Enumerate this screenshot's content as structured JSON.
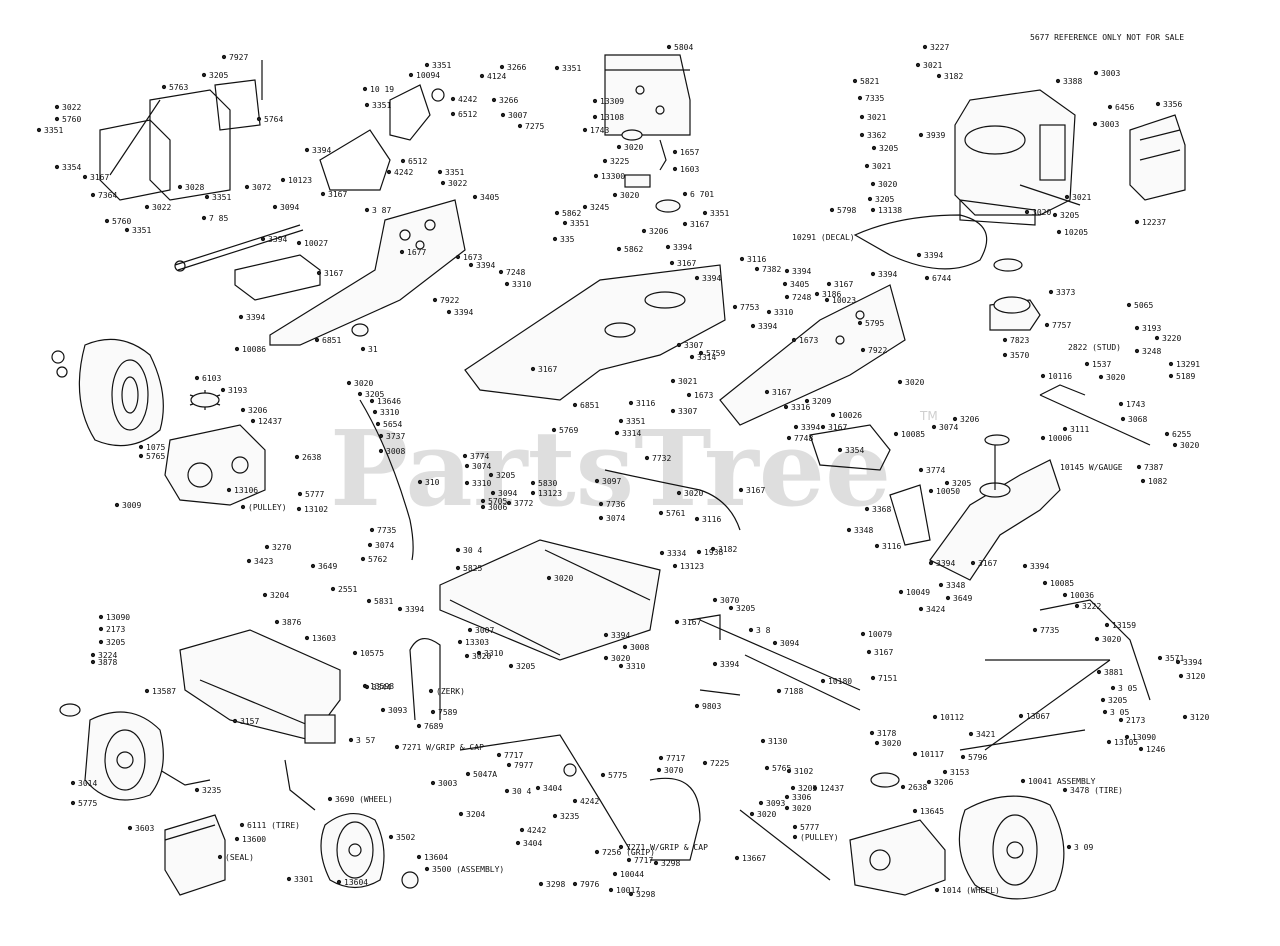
{
  "watermark": {
    "text": "PartsTree",
    "tm": "TM"
  },
  "notes": {
    "reference": "5677 REFERENCE ONLY NOT FOR SALE",
    "decal": "10291 (DECAL)",
    "stud": "2822 (STUD)",
    "gauge": "10145 W/GAUGE"
  },
  "labels": [
    "7927",
    "3205",
    "5763",
    "5764",
    "3022",
    "5760",
    "3351",
    "3354",
    "3167",
    "7364",
    "3028",
    "3022",
    "3351",
    "5760",
    "3351",
    "3072",
    "3094",
    "7 85",
    "3351",
    "10094",
    "4242",
    "6512",
    "10 19",
    "3351",
    "3394",
    "6512",
    "4242",
    "10123",
    "3167",
    "3351",
    "3022",
    "3405",
    "3 87",
    "3394",
    "10027",
    "3394",
    "3167",
    "1677",
    "1673",
    "3394",
    "7248",
    "3310",
    "7922",
    "3394",
    "6851",
    "31",
    "10086",
    "5804",
    "3266",
    "3351",
    "4124",
    "3266",
    "3007",
    "7275",
    "13309",
    "13108",
    "1743",
    "1657",
    "3020",
    "1603",
    "3225",
    "13300",
    "3020",
    "3245",
    "6 701",
    "3206",
    "5862",
    "3351",
    "335",
    "5862",
    "3227",
    "3021",
    "3182",
    "5821",
    "7335",
    "3021",
    "3362",
    "3939",
    "3205",
    "3003",
    "3021",
    "3020",
    "3205",
    "13138",
    "3388",
    "3003",
    "3021",
    "3020",
    "3205",
    "5798",
    "10205",
    "12237",
    "6456",
    "3356",
    "3351",
    "3167",
    "3394",
    "3116",
    "7382",
    "3167",
    "3394",
    "7753",
    "3394",
    "3186",
    "10023",
    "3167",
    "3394",
    "3405",
    "7248",
    "3310",
    "3394",
    "1673",
    "7922",
    "3167",
    "3307",
    "3314",
    "3021",
    "1673",
    "3116",
    "6851",
    "3351",
    "3314",
    "5769",
    "5759",
    "5795",
    "3167",
    "3307",
    "3316",
    "7748",
    "10085",
    "3394",
    "3167",
    "3354",
    "10026",
    "3020",
    "3209",
    "3394",
    "6744",
    "7757",
    "3373",
    "7823",
    "3570",
    "5065",
    "3193",
    "3220",
    "3248",
    "13291",
    "1537",
    "5189",
    "3020",
    "1743",
    "3068",
    "3206",
    "10116",
    "3111",
    "10006",
    "6255",
    "3020",
    "7387",
    "1082",
    "6103",
    "3193",
    "3206",
    "12437",
    "2638",
    "1075",
    "5765",
    "13106",
    "5777",
    "(PULLEY)",
    "13102",
    "3009",
    "3020",
    "3205",
    "13646",
    "3310",
    "5654",
    "3737",
    "3008",
    "310",
    "7735",
    "3074",
    "5762",
    "3074",
    "3774",
    "3205",
    "13123",
    "3310",
    "5830",
    "3772",
    "3094",
    "5705",
    "3006",
    "7732",
    "3020",
    "3097",
    "3167",
    "7736",
    "3074",
    "5761",
    "3116",
    "3182",
    "1938",
    "3074",
    "3774",
    "3205",
    "10050",
    "3368",
    "3348",
    "3116",
    "3394",
    "3167",
    "10049",
    "3348",
    "3649",
    "3424",
    "3270",
    "3423",
    "3649",
    "3204",
    "2551",
    "5831",
    "30 4",
    "5825",
    "3334",
    "13123",
    "3020",
    "3167",
    "3394",
    "3007",
    "13303",
    "3394",
    "3008",
    "3310",
    "3020",
    "3205",
    "3310",
    "3020",
    "3070",
    "3205",
    "3 8",
    "3094",
    "3394",
    "9803",
    "7188",
    "10180",
    "7151",
    "10079",
    "3167",
    "3394",
    "10085",
    "10036",
    "3222",
    "13159",
    "3020",
    "7735",
    "3394",
    "3571",
    "3881",
    "3120",
    "3 05",
    "3205",
    "3 05",
    "2173",
    "13090",
    "1246",
    "3120",
    "13090",
    "2173",
    "3205",
    "3224",
    "3878",
    "3876",
    "13603",
    "13587",
    "3157",
    "3 57",
    "13598",
    "10575",
    "3344",
    "(ZERK)",
    "3093",
    "7689",
    "7589",
    "7271 W/GRIP & CAP",
    "3003",
    "7717",
    "7977",
    "3014",
    "5775",
    "3235",
    "6111 (TIRE)",
    "3690 (WHEEL)",
    "3502",
    "3301",
    "13604",
    "13604",
    "3500 (ASSEMBLY)",
    "3603",
    "13600",
    "(SEAL)",
    "5047A",
    "3204",
    "30 4",
    "4242",
    "3404",
    "3235",
    "4242",
    "3404",
    "5775",
    "7717",
    "3070",
    "7225",
    "7256 (GRIP)",
    "7271 W/GRIP & CAP",
    "7717",
    "10044",
    "3298",
    "3298",
    "7976",
    "10017",
    "3298",
    "3130",
    "5765",
    "3102",
    "3306",
    "3020",
    "3205",
    "12437",
    "2638",
    "5777",
    "(PULLEY)",
    "13645",
    "3093",
    "3020",
    "13667",
    "3178",
    "3020",
    "10112",
    "3421",
    "10117",
    "5796",
    "3153",
    "3206",
    "13067",
    "13105",
    "10041 ASSEMBLY",
    "3478 (TIRE)",
    "3 09",
    "1014 (WHEEL)"
  ]
}
